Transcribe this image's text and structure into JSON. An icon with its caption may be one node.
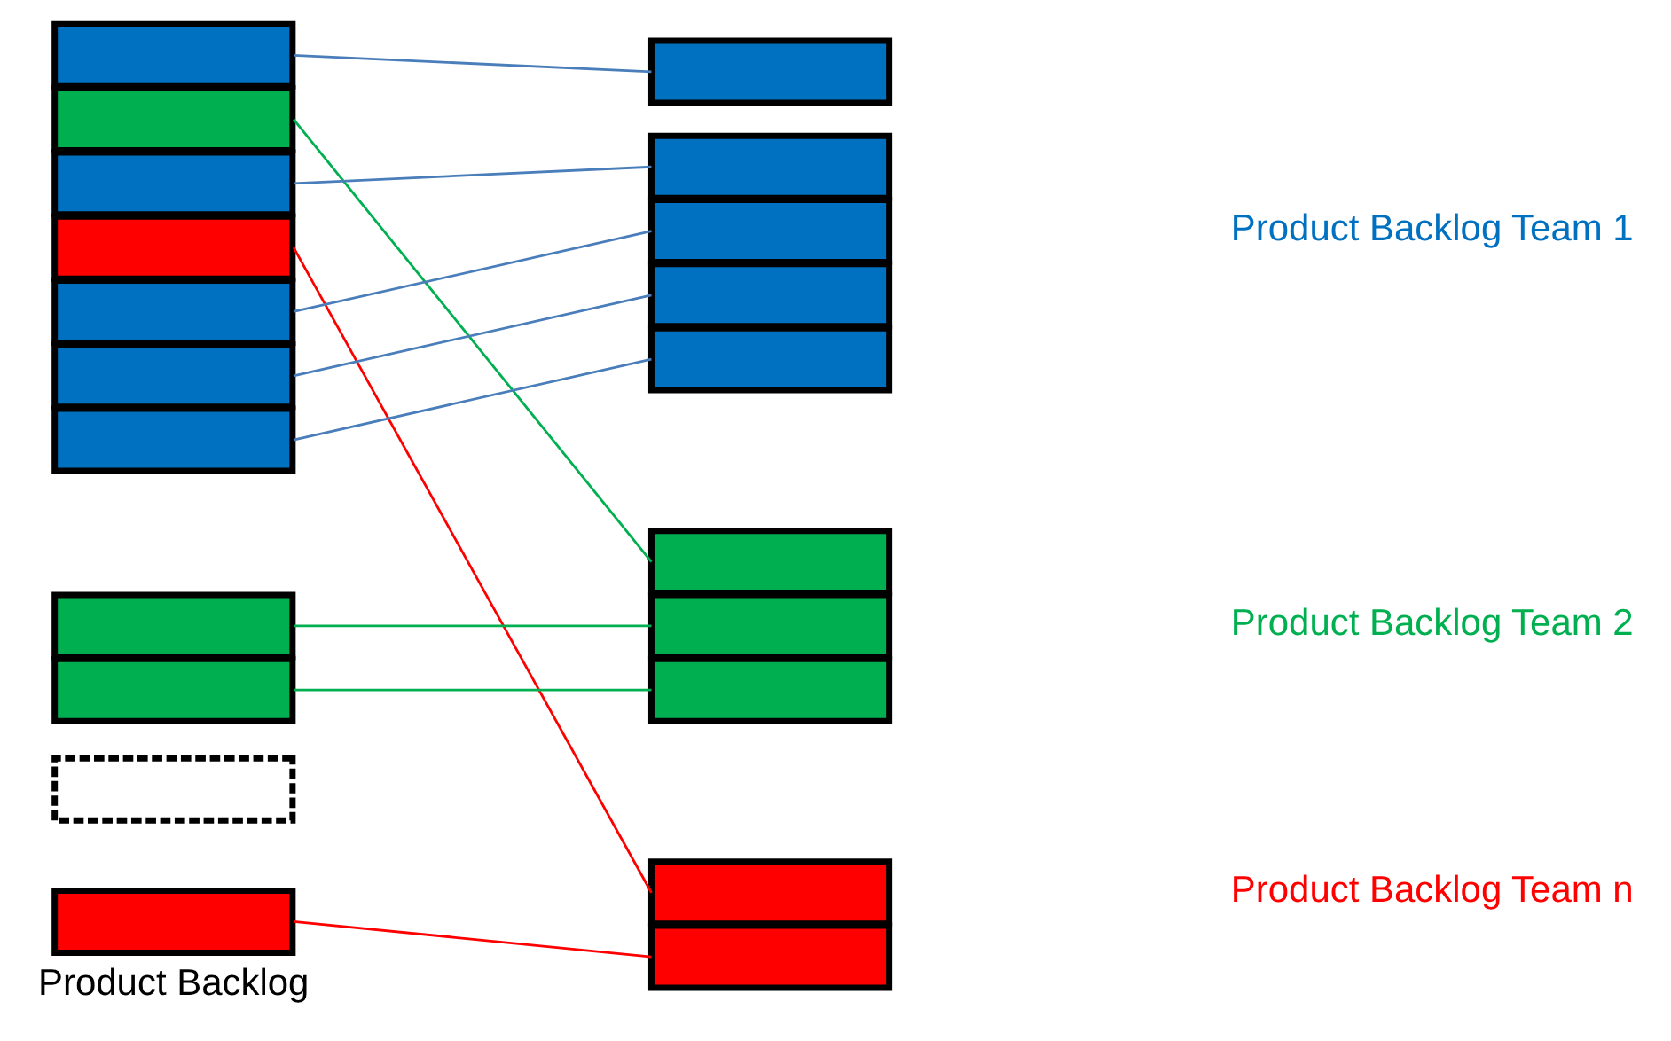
{
  "diagram": {
    "nodes": [
      {
        "text": [],
        "shape": "box"
      },
      {
        "text": [],
        "shape": "box"
      },
      {
        "text": [],
        "shape": "box"
      },
      {
        "text": [],
        "shape": "box"
      },
      {
        "text": [],
        "shape": "box"
      },
      {
        "text": [],
        "shape": "box"
      },
      {
        "text": [],
        "shape": "box"
      },
      {
        "text": [],
        "shape": "box"
      },
      {
        "text": [],
        "shape": "box"
      },
      {
        "text": [],
        "shape": "box"
      },
      {
        "text": [],
        "shape": "box"
      },
      {
        "text": [],
        "shape": "box"
      },
      {
        "text": [],
        "shape": "box"
      },
      {
        "text": [],
        "shape": "box"
      },
      {
        "text": [],
        "shape": "box"
      },
      {
        "text": [],
        "shape": "box"
      },
      {
        "text": [],
        "shape": "box"
      },
      {
        "text": [],
        "shape": "box"
      },
      {
        "text": [],
        "shape": "box"
      },
      {
        "text": [],
        "shape": "box"
      },
      {
        "text": [],
        "shape": "box"
      }
    ],
    "edges": [
      {
        "from": 0,
        "to": 11,
        "arrow": "none"
      },
      {
        "from": 1,
        "to": 16,
        "arrow": "none",
        "color": "#00b050"
      },
      {
        "from": 2,
        "to": 12,
        "arrow": "none"
      },
      {
        "from": 3,
        "to": 19,
        "arrow": "none",
        "color": "#ff0000"
      },
      {
        "from": 4,
        "to": 13,
        "arrow": "none"
      },
      {
        "from": 5,
        "to": 14,
        "arrow": "none"
      },
      {
        "from": 6,
        "to": 15,
        "arrow": "none"
      },
      {
        "from": 7,
        "to": 17,
        "arrow": "none",
        "color": "#00b050"
      },
      {
        "from": 8,
        "to": 18,
        "arrow": "none",
        "color": "#00b050"
      },
      {
        "from": 10,
        "to": 20,
        "arrow": "none",
        "color": "#ff0000"
      }
    ],
    "labels": [
      "Product Backlog Team 1",
      "Product Backlog Team 2",
      "Product Backlog Team n",
      "Product Backlog"
    ]
  }
}
